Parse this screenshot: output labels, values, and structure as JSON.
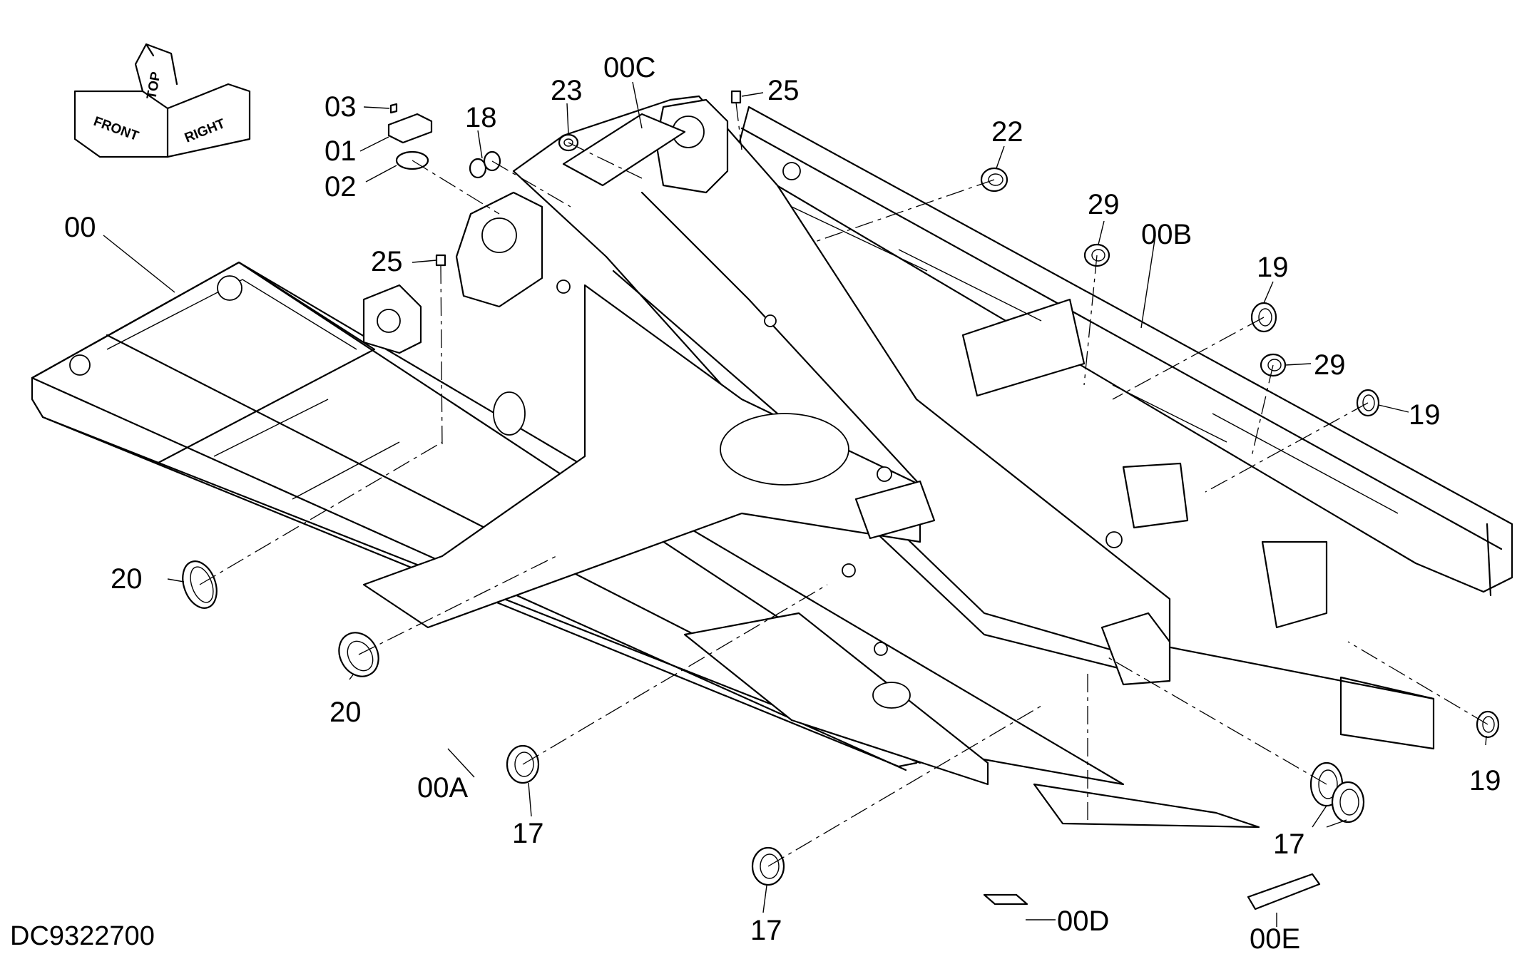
{
  "drawing_number": "DC9322700",
  "orientation": {
    "front": "FRONT",
    "top": "TOP",
    "right": "RIGHT"
  },
  "parts": [
    {
      "label": "00"
    },
    {
      "label": "00A"
    },
    {
      "label": "00B"
    },
    {
      "label": "00C"
    },
    {
      "label": "00D"
    },
    {
      "label": "00E"
    },
    {
      "label": "01"
    },
    {
      "label": "02"
    },
    {
      "label": "03"
    },
    {
      "label": "17"
    },
    {
      "label": "17"
    },
    {
      "label": "17"
    },
    {
      "label": "18"
    },
    {
      "label": "19"
    },
    {
      "label": "19"
    },
    {
      "label": "19"
    },
    {
      "label": "20"
    },
    {
      "label": "20"
    },
    {
      "label": "22"
    },
    {
      "label": "23"
    },
    {
      "label": "25"
    },
    {
      "label": "25"
    },
    {
      "label": "29"
    },
    {
      "label": "29"
    }
  ]
}
